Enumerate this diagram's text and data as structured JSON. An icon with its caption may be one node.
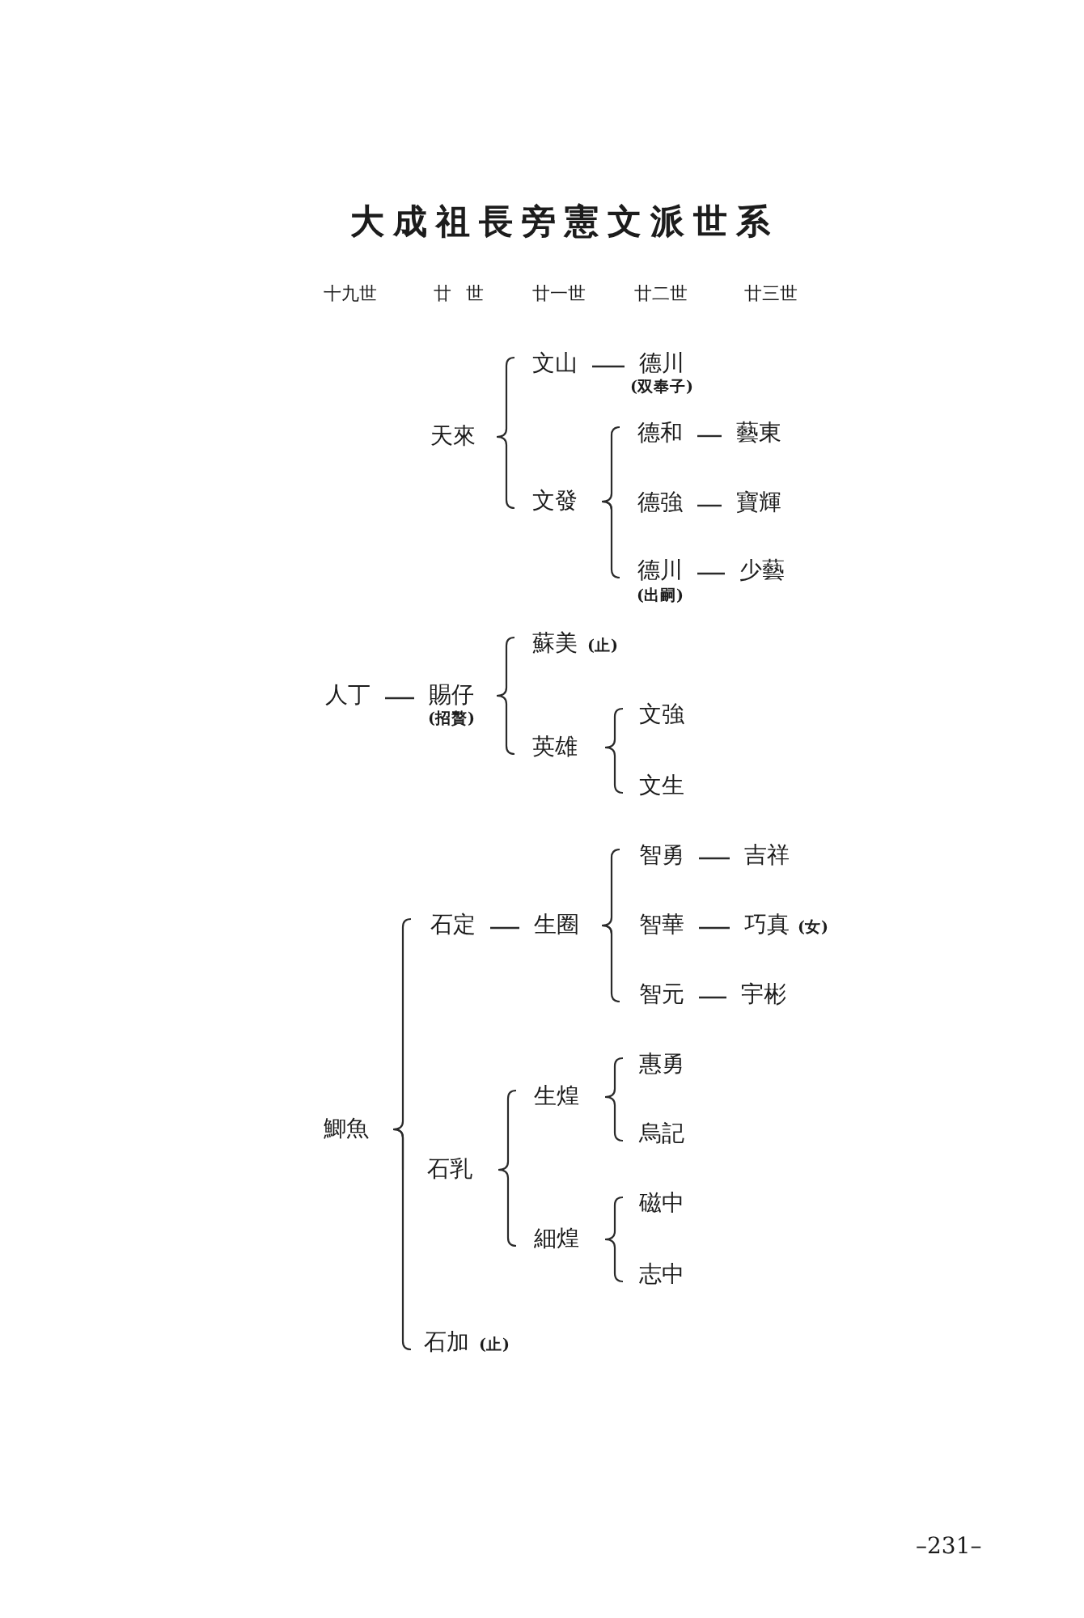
{
  "diagram": {
    "title": "大成祖長旁憲文派世系",
    "nodes": [
      {
        "text": [
          "天來"
        ]
      },
      {
        "text": [
          "文山"
        ]
      },
      {
        "text": [
          "德川"
        ],
        "beside": [
          "(双奉子)"
        ]
      },
      {
        "text": [
          "文發"
        ]
      },
      {
        "text": [
          "德和"
        ]
      },
      {
        "text": [
          "藝東"
        ]
      },
      {
        "text": [
          "德強"
        ]
      },
      {
        "text": [
          "寶輝"
        ]
      },
      {
        "text": [
          "德川"
        ],
        "beside": [
          "(出嗣)"
        ]
      },
      {
        "text": [
          "少藝"
        ]
      },
      {
        "text": [
          "人丁"
        ]
      },
      {
        "text": [
          "賜仔"
        ],
        "beside": [
          "(招贅)"
        ]
      },
      {
        "text": [
          "蘇美"
        ],
        "beside": [
          "(止)"
        ]
      },
      {
        "text": [
          "英雄"
        ]
      },
      {
        "text": [
          "文強"
        ]
      },
      {
        "text": [
          "文生"
        ]
      },
      {
        "text": [
          "鯽魚"
        ]
      },
      {
        "text": [
          "石定"
        ]
      },
      {
        "text": [
          "生圈"
        ]
      },
      {
        "text": [
          "智勇"
        ]
      },
      {
        "text": [
          "吉祥"
        ]
      },
      {
        "text": [
          "智華"
        ]
      },
      {
        "text": [
          "巧真"
        ],
        "beside": [
          "(女)"
        ]
      },
      {
        "text": [
          "智元"
        ]
      },
      {
        "text": [
          "宇彬"
        ]
      },
      {
        "text": [
          "石乳"
        ]
      },
      {
        "text": [
          "生煌"
        ]
      },
      {
        "text": [
          "惠勇"
        ]
      },
      {
        "text": [
          "烏記"
        ]
      },
      {
        "text": [
          "細煌"
        ]
      },
      {
        "text": [
          "磁中"
        ]
      },
      {
        "text": [
          "志中"
        ]
      },
      {
        "text": [
          "石加"
        ],
        "beside": [
          "(止)"
        ]
      }
    ],
    "edges": [
      {
        "from": 0,
        "to": 1,
        "arrow": "none"
      },
      {
        "from": 0,
        "to": 3,
        "arrow": "none"
      },
      {
        "from": 1,
        "to": 2,
        "arrow": "none"
      },
      {
        "from": 3,
        "to": 4,
        "arrow": "none"
      },
      {
        "from": 3,
        "to": 6,
        "arrow": "none"
      },
      {
        "from": 3,
        "to": 8,
        "arrow": "none"
      },
      {
        "from": 4,
        "to": 5,
        "arrow": "none"
      },
      {
        "from": 6,
        "to": 7,
        "arrow": "none"
      },
      {
        "from": 8,
        "to": 9,
        "arrow": "none"
      },
      {
        "from": 10,
        "to": 11,
        "arrow": "none"
      },
      {
        "from": 11,
        "to": 12,
        "arrow": "none"
      },
      {
        "from": 11,
        "to": 13,
        "arrow": "none"
      },
      {
        "from": 13,
        "to": 14,
        "arrow": "none"
      },
      {
        "from": 13,
        "to": 15,
        "arrow": "none"
      },
      {
        "from": 16,
        "to": 17,
        "arrow": "none"
      },
      {
        "from": 16,
        "to": 25,
        "arrow": "none"
      },
      {
        "from": 16,
        "to": 32,
        "arrow": "none"
      },
      {
        "from": 17,
        "to": 18,
        "arrow": "none"
      },
      {
        "from": 18,
        "to": 19,
        "arrow": "none"
      },
      {
        "from": 18,
        "to": 21,
        "arrow": "none"
      },
      {
        "from": 18,
        "to": 23,
        "arrow": "none"
      },
      {
        "from": 19,
        "to": 20,
        "arrow": "none"
      },
      {
        "from": 21,
        "to": 22,
        "arrow": "none"
      },
      {
        "from": 23,
        "to": 24,
        "arrow": "none"
      },
      {
        "from": 25,
        "to": 26,
        "arrow": "none"
      },
      {
        "from": 25,
        "to": 29,
        "arrow": "none"
      },
      {
        "from": 26,
        "to": 27,
        "arrow": "none"
      },
      {
        "from": 26,
        "to": 28,
        "arrow": "none"
      },
      {
        "from": 29,
        "to": 30,
        "arrow": "none"
      },
      {
        "from": 29,
        "to": 31,
        "arrow": "none"
      }
    ],
    "labels": [
      "十九世",
      "廿世",
      "廿一世",
      "廿二世",
      "廿三世",
      "–231–"
    ]
  }
}
